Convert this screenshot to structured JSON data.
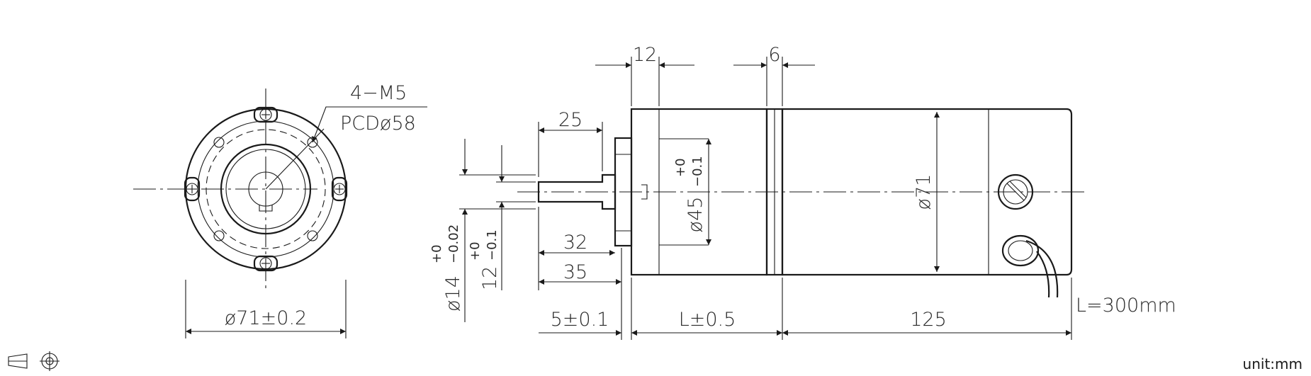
{
  "front_view": {
    "thread_label": "4−M5",
    "pcd_label": "PCDø58",
    "diameter_label": "ø71±0.2"
  },
  "side_view": {
    "dim_12": "12",
    "dim_6": "6",
    "dim_25": "25",
    "dim_32": "32",
    "dim_35": "35",
    "dim_5": "5±0.1",
    "dim_L": "L±0.5",
    "dim_125": "125",
    "dim_71": "ø71",
    "cable_length": "L=300mm",
    "dim_45": {
      "main": "ø45",
      "upper": "+0",
      "lower": "−0.1"
    },
    "dim_14": {
      "main": "ø14",
      "upper": "+0",
      "lower": "−0.02"
    },
    "dim_12_key": {
      "main": "12",
      "upper": "+0",
      "lower": "−0.1"
    }
  },
  "footer": {
    "unit_label": "unit:mm"
  }
}
